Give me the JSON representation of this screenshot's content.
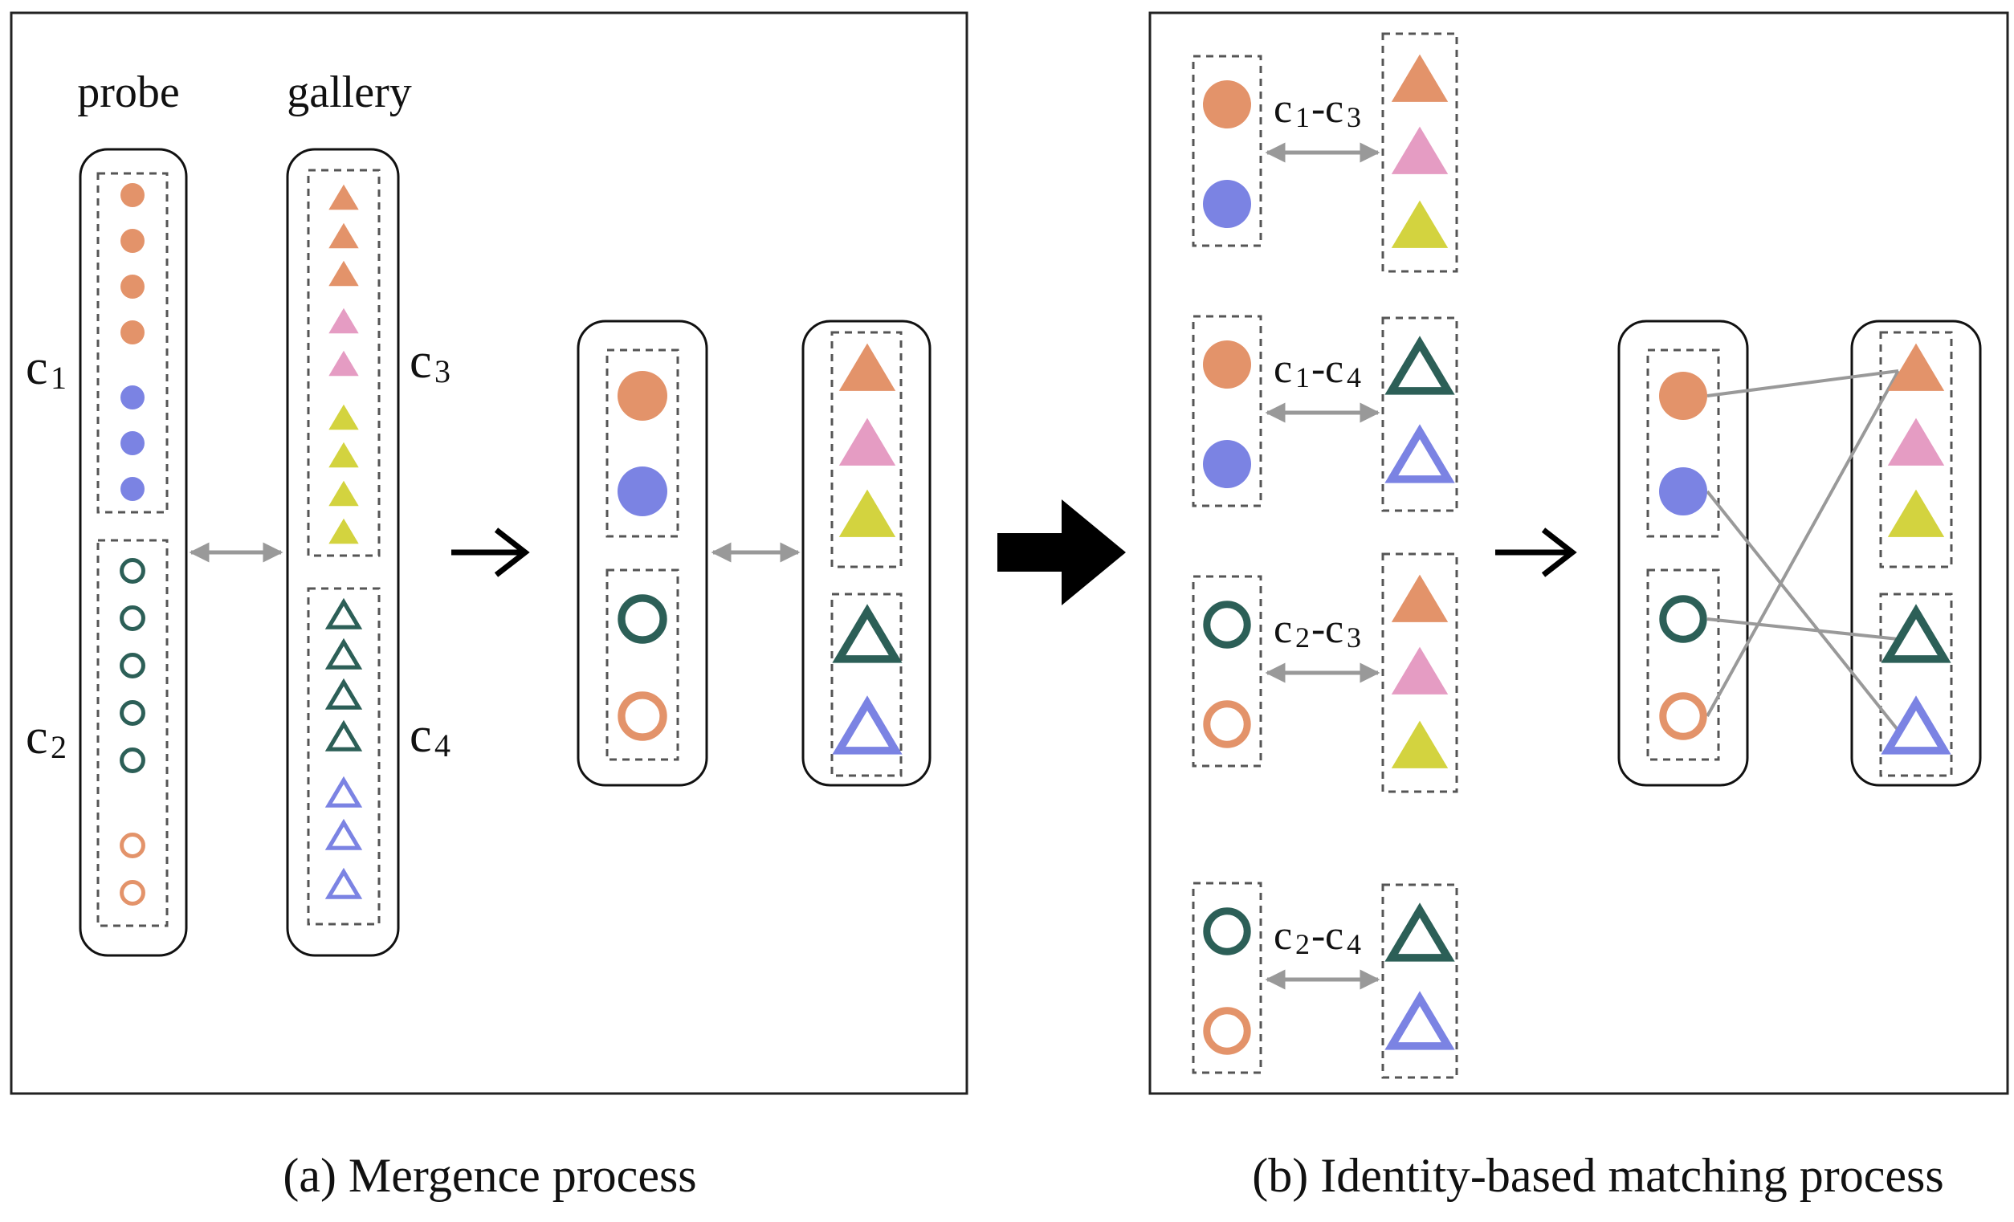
{
  "colors": {
    "orange": "#E3936A",
    "blue": "#7B83E3",
    "pink": "#E59CC3",
    "yellow": "#D3D33F",
    "teal": "#2C5F57",
    "arrow_gray": "#999999",
    "dash_gray": "#555555"
  },
  "panel_a": {
    "probe_label": "probe",
    "gallery_label": "gallery",
    "cameras": [
      {
        "main": "c",
        "sub": "1"
      },
      {
        "main": "c",
        "sub": "2"
      },
      {
        "main": "c",
        "sub": "3"
      },
      {
        "main": "c",
        "sub": "4"
      }
    ],
    "probe_groups": [
      [
        {
          "shape": "circle",
          "fill": "solid",
          "color": "orange"
        },
        {
          "shape": "circle",
          "fill": "solid",
          "color": "orange"
        },
        {
          "shape": "circle",
          "fill": "solid",
          "color": "orange"
        },
        {
          "shape": "circle",
          "fill": "solid",
          "color": "orange"
        },
        {
          "shape": "circle",
          "fill": "solid",
          "color": "blue"
        },
        {
          "shape": "circle",
          "fill": "solid",
          "color": "blue"
        },
        {
          "shape": "circle",
          "fill": "solid",
          "color": "blue"
        }
      ],
      [
        {
          "shape": "circle",
          "fill": "hollow",
          "color": "teal"
        },
        {
          "shape": "circle",
          "fill": "hollow",
          "color": "teal"
        },
        {
          "shape": "circle",
          "fill": "hollow",
          "color": "teal"
        },
        {
          "shape": "circle",
          "fill": "hollow",
          "color": "teal"
        },
        {
          "shape": "circle",
          "fill": "hollow",
          "color": "teal"
        },
        {
          "shape": "circle",
          "fill": "hollow",
          "color": "orange"
        },
        {
          "shape": "circle",
          "fill": "hollow",
          "color": "orange"
        }
      ]
    ],
    "gallery_groups": [
      [
        {
          "shape": "triangle",
          "fill": "solid",
          "color": "orange"
        },
        {
          "shape": "triangle",
          "fill": "solid",
          "color": "orange"
        },
        {
          "shape": "triangle",
          "fill": "solid",
          "color": "orange"
        },
        {
          "shape": "triangle",
          "fill": "solid",
          "color": "pink"
        },
        {
          "shape": "triangle",
          "fill": "solid",
          "color": "pink"
        },
        {
          "shape": "triangle",
          "fill": "solid",
          "color": "yellow"
        },
        {
          "shape": "triangle",
          "fill": "solid",
          "color": "yellow"
        },
        {
          "shape": "triangle",
          "fill": "solid",
          "color": "yellow"
        },
        {
          "shape": "triangle",
          "fill": "solid",
          "color": "yellow"
        }
      ],
      [
        {
          "shape": "triangle",
          "fill": "hollow",
          "color": "teal"
        },
        {
          "shape": "triangle",
          "fill": "hollow",
          "color": "teal"
        },
        {
          "shape": "triangle",
          "fill": "hollow",
          "color": "teal"
        },
        {
          "shape": "triangle",
          "fill": "hollow",
          "color": "teal"
        },
        {
          "shape": "triangle",
          "fill": "hollow",
          "color": "blue"
        },
        {
          "shape": "triangle",
          "fill": "hollow",
          "color": "blue"
        },
        {
          "shape": "triangle",
          "fill": "hollow",
          "color": "blue"
        }
      ]
    ],
    "merged_probe": [
      [
        {
          "shape": "circle",
          "fill": "solid",
          "color": "orange"
        },
        {
          "shape": "circle",
          "fill": "solid",
          "color": "blue"
        }
      ],
      [
        {
          "shape": "circle",
          "fill": "hollow",
          "color": "teal"
        },
        {
          "shape": "circle",
          "fill": "hollow",
          "color": "orange"
        }
      ]
    ],
    "merged_gallery": [
      [
        {
          "shape": "triangle",
          "fill": "solid",
          "color": "orange"
        },
        {
          "shape": "triangle",
          "fill": "solid",
          "color": "pink"
        },
        {
          "shape": "triangle",
          "fill": "solid",
          "color": "yellow"
        }
      ],
      [
        {
          "shape": "triangle",
          "fill": "hollow",
          "color": "teal"
        },
        {
          "shape": "triangle",
          "fill": "hollow",
          "color": "blue"
        }
      ]
    ],
    "caption": "(a) Mergence process"
  },
  "panel_b": {
    "pairs": [
      {
        "label": {
          "a": "c",
          "a_sub": "1",
          "dash": "-",
          "b": "c",
          "b_sub": "3"
        },
        "probe": [
          {
            "shape": "circle",
            "fill": "solid",
            "color": "orange"
          },
          {
            "shape": "circle",
            "fill": "solid",
            "color": "blue"
          }
        ],
        "gallery": [
          {
            "shape": "triangle",
            "fill": "solid",
            "color": "orange"
          },
          {
            "shape": "triangle",
            "fill": "solid",
            "color": "pink"
          },
          {
            "shape": "triangle",
            "fill": "solid",
            "color": "yellow"
          }
        ]
      },
      {
        "label": {
          "a": "c",
          "a_sub": "1",
          "dash": "-",
          "b": "c",
          "b_sub": "4"
        },
        "probe": [
          {
            "shape": "circle",
            "fill": "solid",
            "color": "orange"
          },
          {
            "shape": "circle",
            "fill": "solid",
            "color": "blue"
          }
        ],
        "gallery": [
          {
            "shape": "triangle",
            "fill": "hollow",
            "color": "teal"
          },
          {
            "shape": "triangle",
            "fill": "hollow",
            "color": "blue"
          }
        ]
      },
      {
        "label": {
          "a": "c",
          "a_sub": "2",
          "dash": "-",
          "b": "c",
          "b_sub": "3"
        },
        "probe": [
          {
            "shape": "circle",
            "fill": "hollow",
            "color": "teal"
          },
          {
            "shape": "circle",
            "fill": "hollow",
            "color": "orange"
          }
        ],
        "gallery": [
          {
            "shape": "triangle",
            "fill": "solid",
            "color": "orange"
          },
          {
            "shape": "triangle",
            "fill": "solid",
            "color": "pink"
          },
          {
            "shape": "triangle",
            "fill": "solid",
            "color": "yellow"
          }
        ]
      },
      {
        "label": {
          "a": "c",
          "a_sub": "2",
          "dash": "-",
          "b": "c",
          "b_sub": "4"
        },
        "probe": [
          {
            "shape": "circle",
            "fill": "hollow",
            "color": "teal"
          },
          {
            "shape": "circle",
            "fill": "hollow",
            "color": "orange"
          }
        ],
        "gallery": [
          {
            "shape": "triangle",
            "fill": "hollow",
            "color": "teal"
          },
          {
            "shape": "triangle",
            "fill": "hollow",
            "color": "blue"
          }
        ]
      }
    ],
    "result_probe": [
      [
        {
          "shape": "circle",
          "fill": "solid",
          "color": "orange"
        },
        {
          "shape": "circle",
          "fill": "solid",
          "color": "blue"
        }
      ],
      [
        {
          "shape": "circle",
          "fill": "hollow",
          "color": "teal"
        },
        {
          "shape": "circle",
          "fill": "hollow",
          "color": "orange"
        }
      ]
    ],
    "result_gallery": [
      [
        {
          "shape": "triangle",
          "fill": "solid",
          "color": "orange"
        },
        {
          "shape": "triangle",
          "fill": "solid",
          "color": "pink"
        },
        {
          "shape": "triangle",
          "fill": "solid",
          "color": "yellow"
        }
      ],
      [
        {
          "shape": "triangle",
          "fill": "hollow",
          "color": "teal"
        },
        {
          "shape": "triangle",
          "fill": "hollow",
          "color": "blue"
        }
      ]
    ],
    "matches": [
      {
        "probe": 0,
        "gallery": 0
      },
      {
        "probe": 1,
        "gallery": 4
      },
      {
        "probe": 2,
        "gallery": 3
      },
      {
        "probe": 3,
        "gallery": 0
      }
    ],
    "caption": "(b) Identity-based matching process"
  }
}
